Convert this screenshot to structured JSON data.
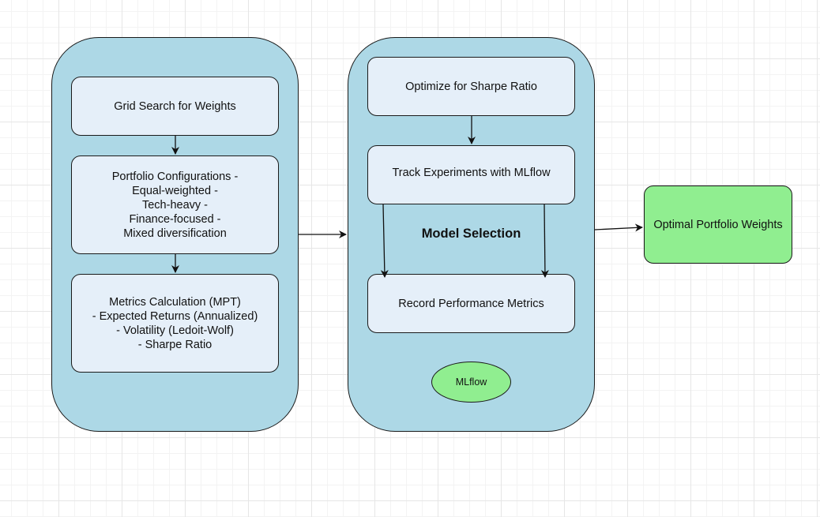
{
  "diagram": {
    "left_group": {
      "nodes": {
        "grid_search": "Grid Search for Weights",
        "portfolio_configs": "Portfolio Configurations -\nEqual-weighted -\nTech-heavy -\nFinance-focused -\nMixed diversification",
        "metrics_calc": "Metrics Calculation (MPT)\n- Expected Returns (Annualized)\n- Volatility (Ledoit-Wolf)\n- Sharpe Ratio"
      }
    },
    "middle_group": {
      "label": "Model Selection",
      "nodes": {
        "optimize_sharpe": "Optimize for Sharpe Ratio",
        "track_experiments": "Track Experiments with MLflow",
        "record_metrics": "Record Performance Metrics"
      },
      "tool": "MLflow"
    },
    "output_node": "Optimal Portfolio Weights",
    "colors": {
      "container_fill": "#add8e6",
      "node_fill": "#e5eff9",
      "highlight_fill": "#90ee90",
      "stroke": "#1a1a1a"
    }
  }
}
